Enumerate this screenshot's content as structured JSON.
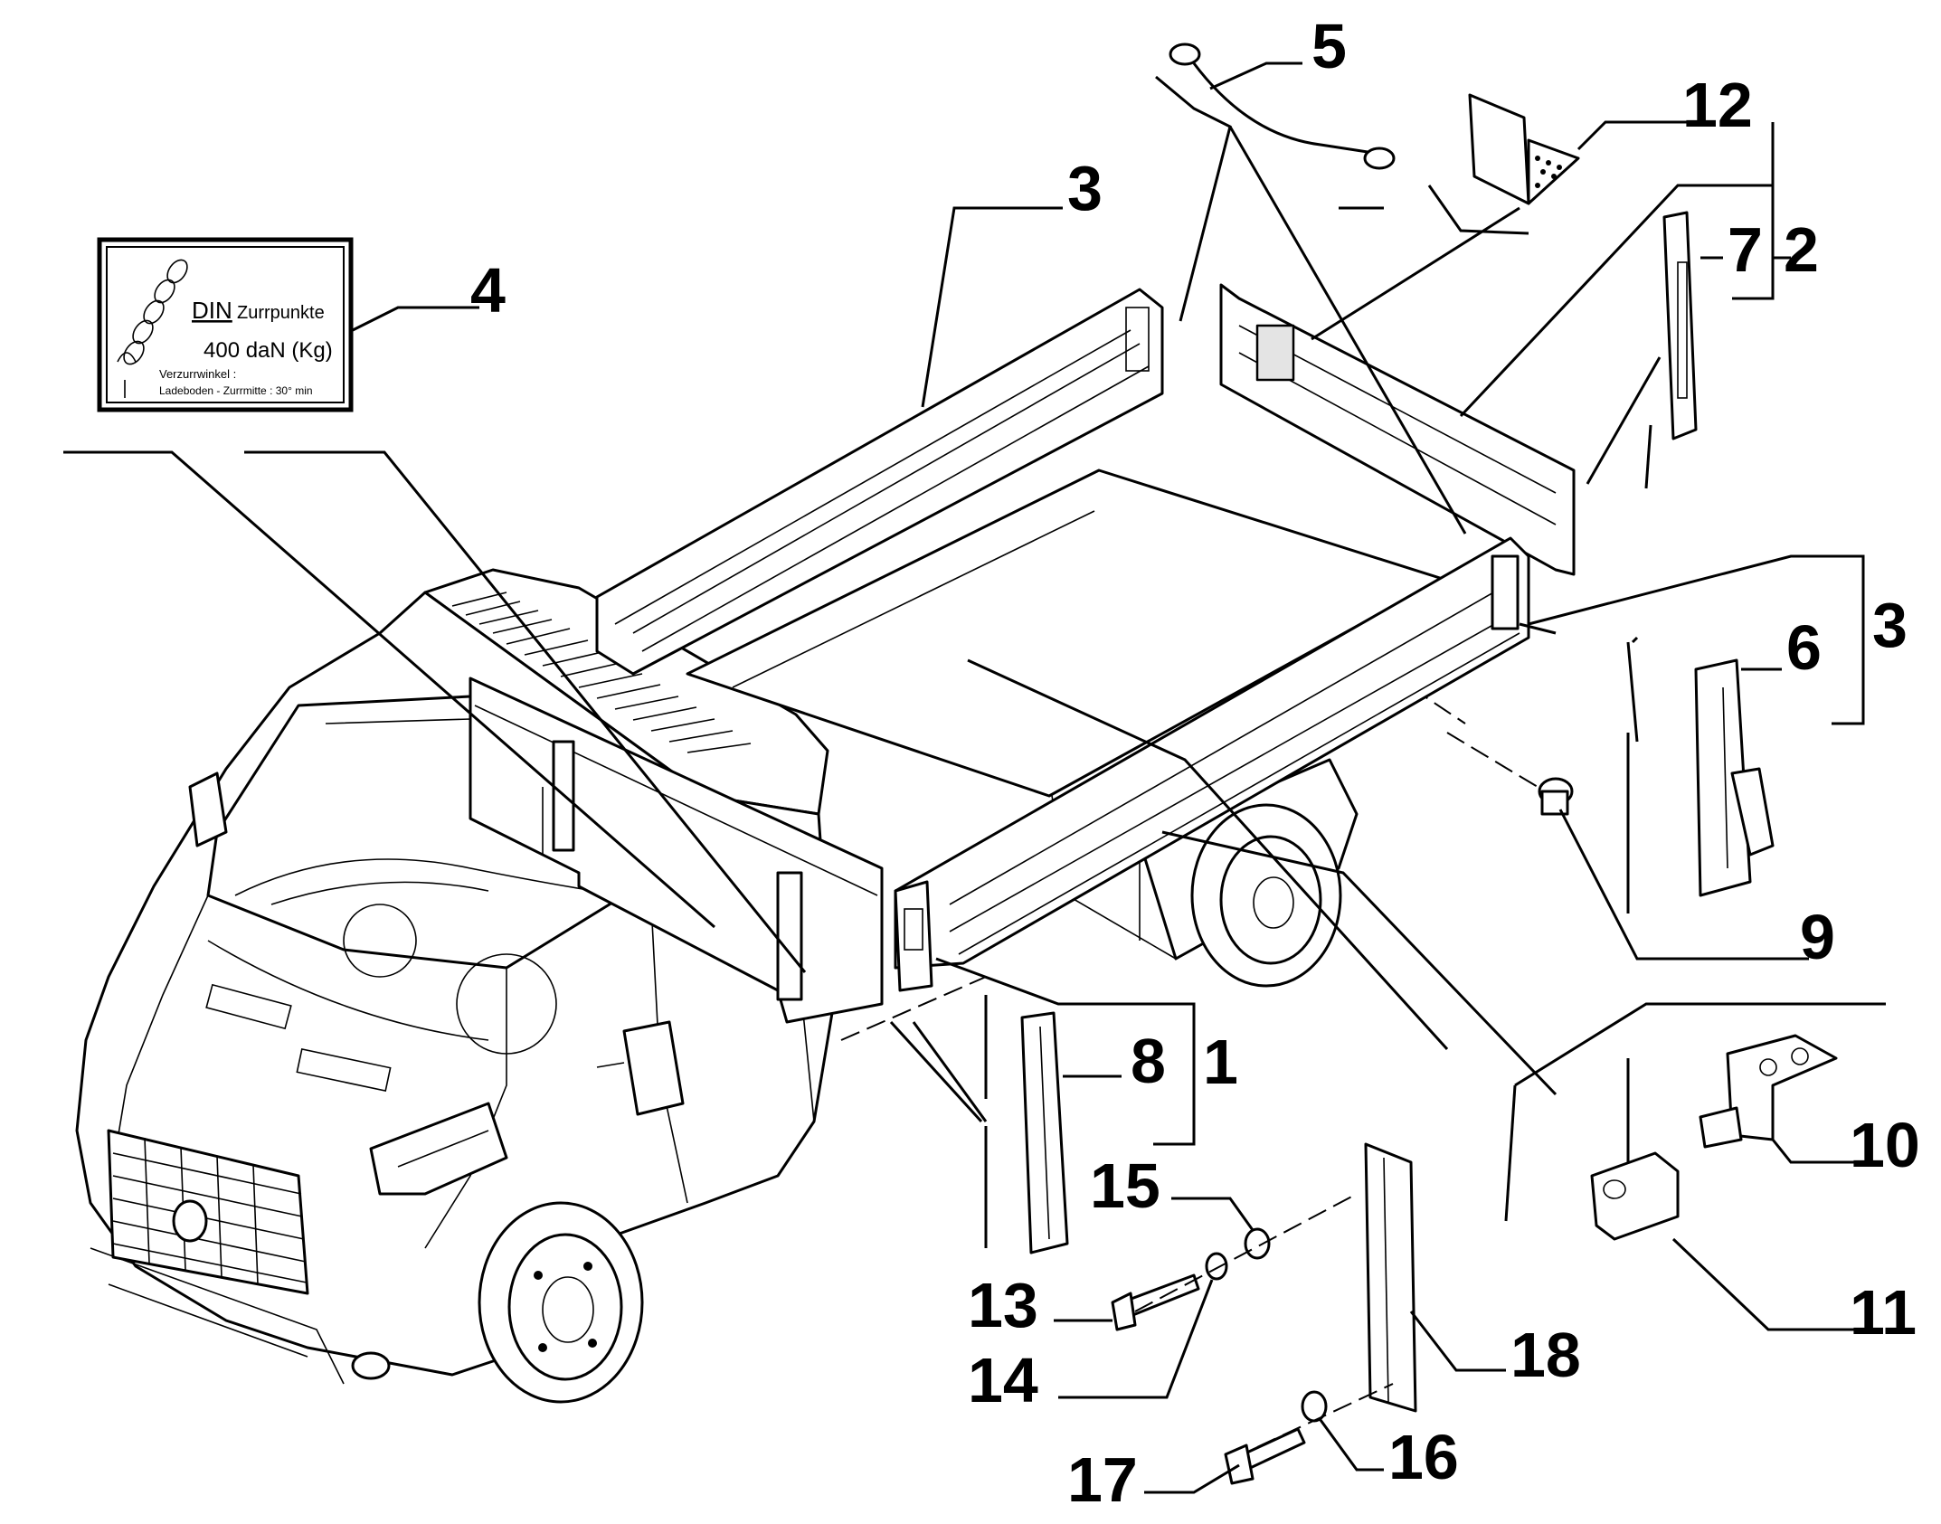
{
  "callouts": [
    {
      "id": "1",
      "text": "1"
    },
    {
      "id": "2",
      "text": "2"
    },
    {
      "id": "3a",
      "text": "3"
    },
    {
      "id": "3b",
      "text": "3"
    },
    {
      "id": "4",
      "text": "4"
    },
    {
      "id": "5",
      "text": "5"
    },
    {
      "id": "6",
      "text": "6"
    },
    {
      "id": "7",
      "text": "7"
    },
    {
      "id": "8",
      "text": "8"
    },
    {
      "id": "9",
      "text": "9"
    },
    {
      "id": "10",
      "text": "10"
    },
    {
      "id": "11",
      "text": "11"
    },
    {
      "id": "12",
      "text": "12"
    },
    {
      "id": "13",
      "text": "13"
    },
    {
      "id": "14",
      "text": "14"
    },
    {
      "id": "15",
      "text": "15"
    },
    {
      "id": "16",
      "text": "16"
    },
    {
      "id": "17",
      "text": "17"
    },
    {
      "id": "18",
      "text": "18"
    }
  ],
  "label_plate": {
    "din": "DIN",
    "title": "Zurrpunkte",
    "load": "400 daN (Kg)",
    "line1": "Verzurrwinkel :",
    "line2": "Ladeboden  - Zurrmitte : 30° min"
  }
}
